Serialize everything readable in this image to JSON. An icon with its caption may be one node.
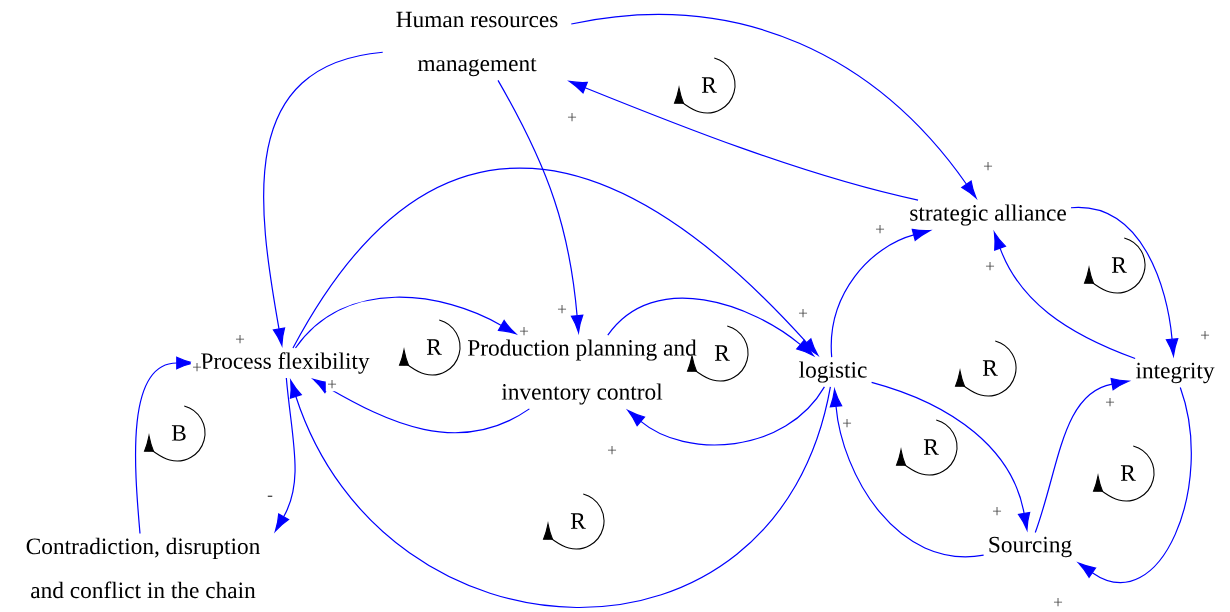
{
  "diagram": {
    "nodes": [
      {
        "text": [
          "Human resources management"
        ]
      },
      {
        "text": [
          "strategic alliance"
        ]
      },
      {
        "text": [
          "Process flexibility"
        ]
      },
      {
        "text": [
          "Production planning and inventory control"
        ]
      },
      {
        "text": [
          "logistic"
        ]
      },
      {
        "text": [
          "integrity"
        ]
      },
      {
        "text": [
          "Contradiction, disruption and conflict in the chain"
        ]
      },
      {
        "text": [
          "Sourcing"
        ]
      }
    ],
    "edges": [
      {
        "from": 0,
        "to": 2,
        "arrow": "to",
        "label": "+"
      },
      {
        "from": 0,
        "to": 3,
        "arrow": "to",
        "label": "+"
      },
      {
        "from": 0,
        "to": 1,
        "arrow": "to",
        "label": "+"
      },
      {
        "from": 1,
        "to": 0,
        "arrow": "to",
        "label": "+"
      },
      {
        "from": 2,
        "to": 3,
        "arrow": "to",
        "label": "+"
      },
      {
        "from": 3,
        "to": 2,
        "arrow": "to",
        "label": "+"
      },
      {
        "from": 2,
        "to": 4,
        "arrow": "to"
      },
      {
        "from": 3,
        "to": 4,
        "arrow": "to",
        "label": "+"
      },
      {
        "from": 4,
        "to": 3,
        "arrow": "to",
        "label": "+"
      },
      {
        "from": 4,
        "to": 2,
        "arrow": "to"
      },
      {
        "from": 6,
        "to": 2,
        "arrow": "to",
        "label": "+"
      },
      {
        "from": 2,
        "to": 6,
        "arrow": "to",
        "label": "-"
      },
      {
        "from": 4,
        "to": 1,
        "arrow": "to",
        "label": "+"
      },
      {
        "from": 5,
        "to": 1,
        "arrow": "to",
        "label": "+"
      },
      {
        "from": 1,
        "to": 5,
        "arrow": "to",
        "label": "+"
      },
      {
        "from": 4,
        "to": 7,
        "arrow": "to",
        "label": "+"
      },
      {
        "from": 7,
        "to": 4,
        "arrow": "to",
        "label": "+"
      },
      {
        "from": 7,
        "to": 5,
        "arrow": "to",
        "label": "+"
      },
      {
        "from": 5,
        "to": 7,
        "arrow": "to",
        "label": "+"
      }
    ],
    "labels": [
      "R",
      "R",
      "R",
      "R",
      "R",
      "B",
      "R",
      "R",
      "R"
    ]
  }
}
